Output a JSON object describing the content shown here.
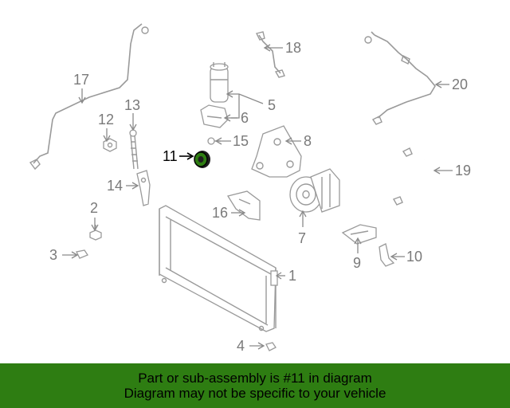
{
  "diagram": {
    "callouts": {
      "c1": "1",
      "c2": "2",
      "c3": "3",
      "c4": "4",
      "c5": "5",
      "c6": "6",
      "c7": "7",
      "c8": "8",
      "c9": "9",
      "c10": "10",
      "c11": "11",
      "c12": "12",
      "c13": "13",
      "c14": "14",
      "c15": "15",
      "c16": "16",
      "c17": "17",
      "c18": "18",
      "c19": "19",
      "c20": "20"
    },
    "highlight_color": "#2e7d12",
    "line_color": "#9a9a9a"
  },
  "banner": {
    "line1": "Part or sub-assembly is #11 in diagram",
    "line2": "Diagram may not be specific to your vehicle",
    "background": "#2e7d12",
    "text_color": "#000000"
  }
}
